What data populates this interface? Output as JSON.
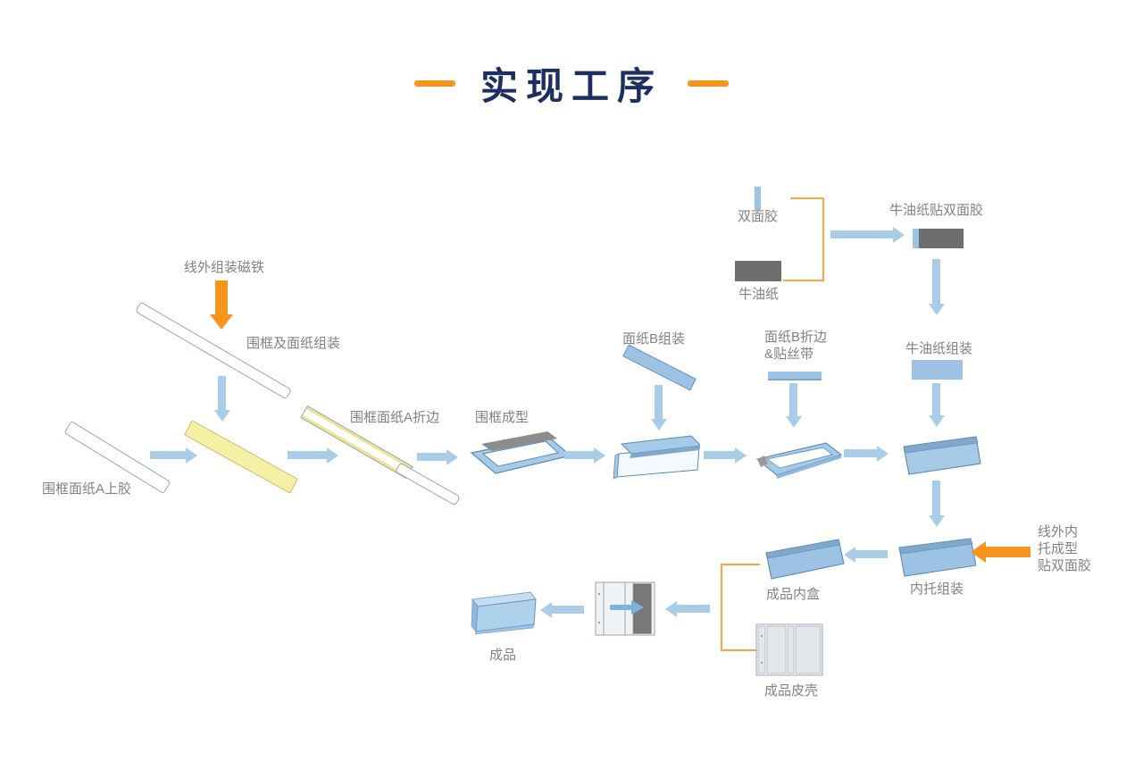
{
  "title": {
    "text": "实现工序"
  },
  "colors": {
    "accent_orange": "#F7941D",
    "bracket_orange": "#F9A643",
    "arrow_blue": "#A9CCE9",
    "title_navy": "#1C2F5E",
    "label_gray": "#828282",
    "shape_blue_fill": "#A5CBE8",
    "shape_blue_stroke": "#5E88B5",
    "gray_fill": "#6E6E6E",
    "yellow_fill": "#F6F0A4"
  },
  "labels": {
    "double_sided_tape": "双面胶",
    "grease_paper": "牛油纸",
    "grease_paper_with_tape": "牛油纸贴双面胶",
    "grease_paper_assembly": "牛油纸组装",
    "offline_magnet_assembly": "线外组装磁铁",
    "frame_and_paper_assembly": "围框及面纸组装",
    "frame_paper_a_gluing": "围框面纸A上胶",
    "frame_paper_a_folding": "围框面纸A折边",
    "frame_forming": "围框成型",
    "paper_b_assembly": "面纸B组装",
    "paper_b_folding_line1": "面纸B折边",
    "paper_b_folding_line2": "&贴丝带",
    "inner_tray_assembly": "内托组装",
    "offline_inner_tray_line1": "线外内",
    "offline_inner_tray_line2": "托成型",
    "offline_inner_tray_line3": "贴双面胶",
    "finished_inner_box": "成品内盒",
    "finished_cover_shell": "成品皮壳",
    "finished_product": "成品"
  }
}
